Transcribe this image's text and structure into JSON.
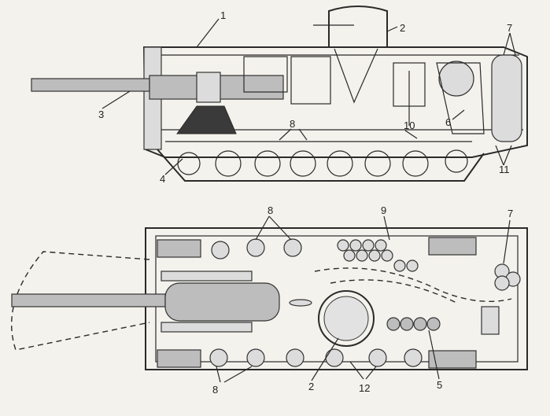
{
  "labels": {
    "side": [
      "1",
      "2",
      "3",
      "4",
      "8",
      "10",
      "6",
      "7",
      "11"
    ],
    "plan": [
      "8",
      "9",
      "7",
      "8",
      "2",
      "12",
      "5"
    ]
  }
}
